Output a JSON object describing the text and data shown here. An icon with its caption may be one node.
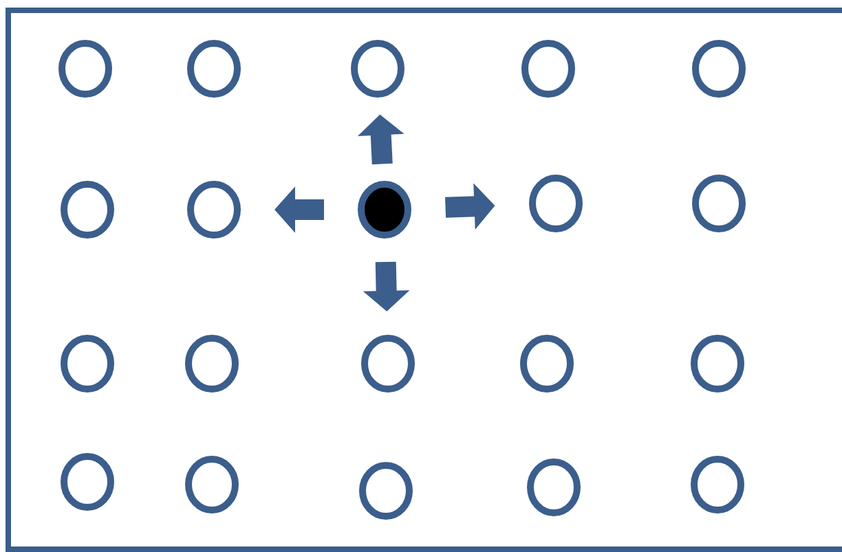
{
  "diagram": {
    "nodes": [
      {
        "text": [],
        "shape": "circle"
      },
      {
        "text": [],
        "shape": "circle"
      },
      {
        "text": [],
        "shape": "circle"
      },
      {
        "text": [],
        "shape": "circle"
      },
      {
        "text": [],
        "shape": "circle"
      },
      {
        "text": [],
        "shape": "circle"
      },
      {
        "text": [],
        "shape": "circle"
      },
      {
        "text": [],
        "shape": "dot"
      },
      {
        "text": [],
        "shape": "circle"
      },
      {
        "text": [],
        "shape": "circle"
      },
      {
        "text": [],
        "shape": "circle"
      },
      {
        "text": [],
        "shape": "circle"
      },
      {
        "text": [],
        "shape": "circle"
      },
      {
        "text": [],
        "shape": "circle"
      },
      {
        "text": [],
        "shape": "circle"
      },
      {
        "text": [],
        "shape": "circle"
      },
      {
        "text": [],
        "shape": "circle"
      },
      {
        "text": [],
        "shape": "circle"
      },
      {
        "text": [],
        "shape": "circle"
      },
      {
        "text": [],
        "shape": "circle"
      }
    ],
    "edges": [
      {
        "from": 7,
        "to": 2,
        "arrow": "to"
      },
      {
        "from": 7,
        "to": 6,
        "arrow": "to"
      },
      {
        "from": 7,
        "to": 8,
        "arrow": "to"
      },
      {
        "from": 7,
        "to": 12,
        "arrow": "to"
      }
    ]
  }
}
